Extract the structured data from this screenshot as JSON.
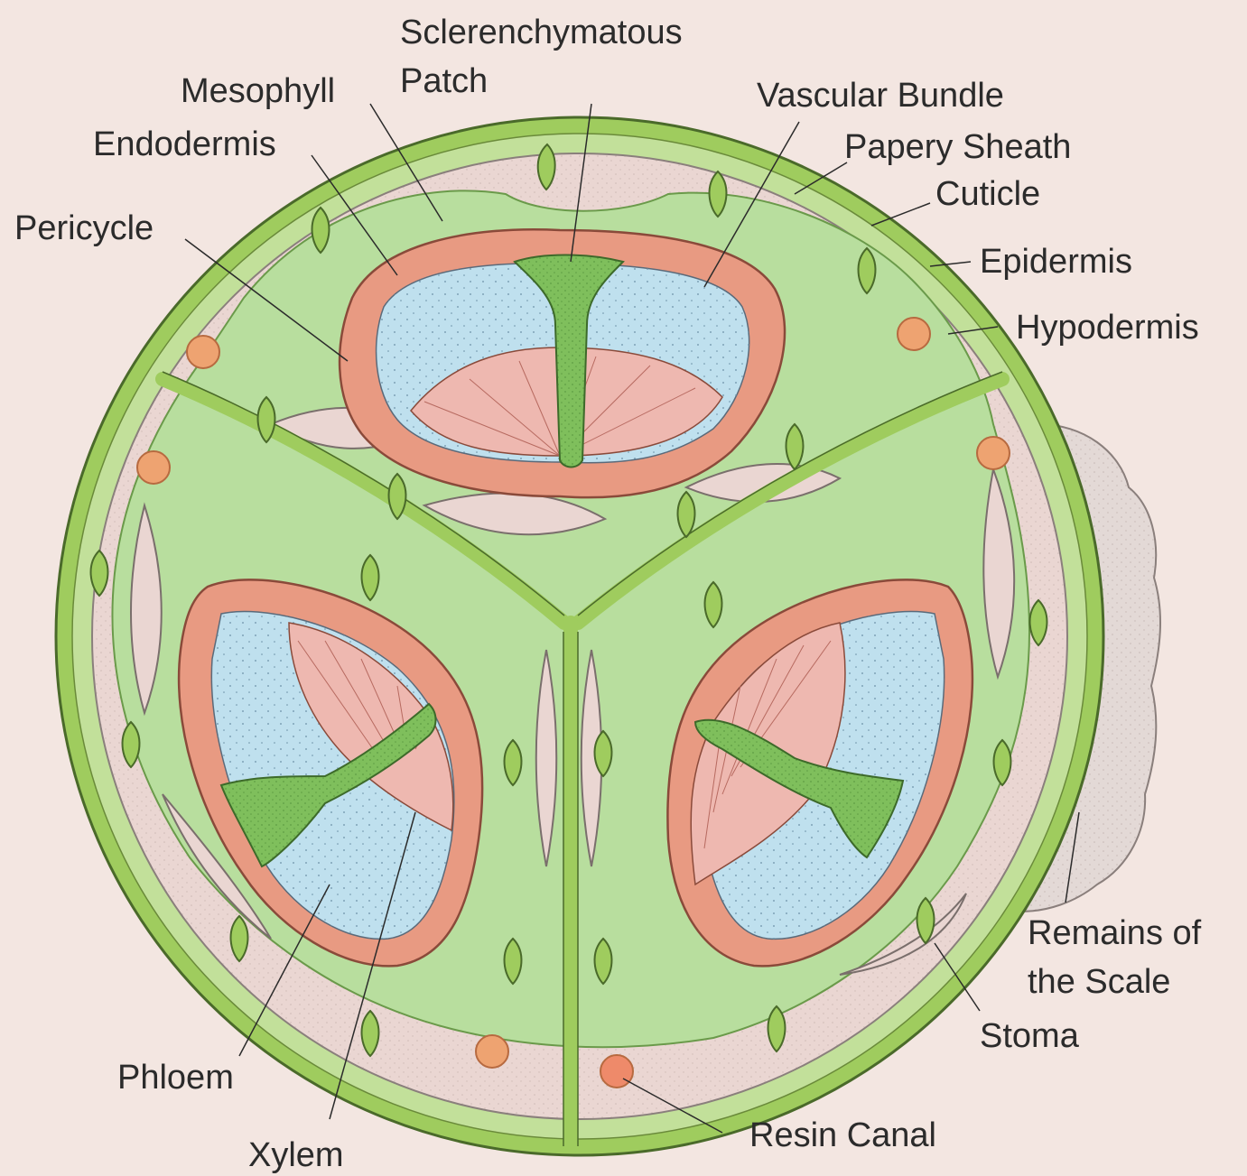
{
  "labels": {
    "sclerenchymatous": "Sclerenchymatous",
    "patch": "Patch",
    "mesophyll": "Mesophyll",
    "endodermis": "Endodermis",
    "pericycle": "Pericycle",
    "vascular_bundle": "Vascular Bundle",
    "papery_sheath": "Papery Sheath",
    "cuticle": "Cuticle",
    "epidermis": "Epidermis",
    "hypodermis": "Hypodermis",
    "remains_line1": "Remains of",
    "remains_line2": "the Scale",
    "stoma": "Stoma",
    "resin_canal": "Resin Canal",
    "phloem": "Phloem",
    "xylem": "Xylem"
  },
  "colors": {
    "background": "#f3e6e1",
    "cuticle": "#9fcc5e",
    "mesophyll": "#b8de9e",
    "hypodermis": "#ead6d2",
    "endodermis": "#e89a82",
    "phloem": "#bfe0ee",
    "xylem": "#eeb8b0",
    "sclerenchyma": "#7fbf5c",
    "resin_canal": "#eea371",
    "scale_remains": "#e3d9d6"
  }
}
